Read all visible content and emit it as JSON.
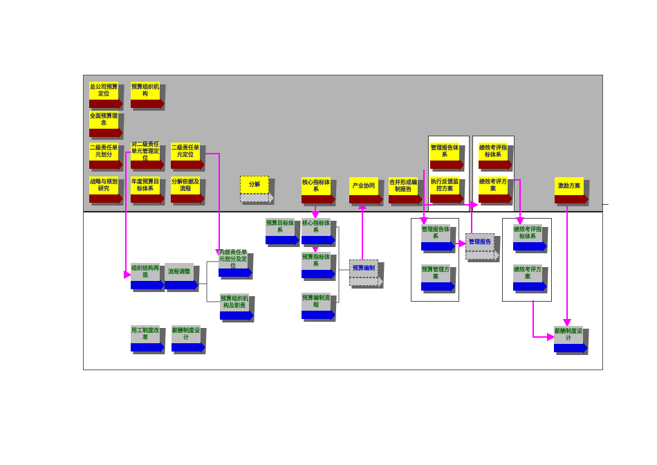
{
  "colors": {
    "top_band": "#b4b4b4",
    "bottom_band": "#ffffff",
    "connector": "#ff00ff",
    "bracket": "#555555",
    "yellow_label": "#ffff00",
    "yellow_bar": "#8b0000",
    "grey_label": "#c0c0c0",
    "grey_bar": "#0000e0"
  },
  "nodes": [
    {
      "id": "n01",
      "text": "总公司预算定位",
      "style": "yellow"
    },
    {
      "id": "n02",
      "text": "预算组织机构",
      "style": "yellow"
    },
    {
      "id": "n03",
      "text": "全面预算理念",
      "style": "yellow"
    },
    {
      "id": "n04",
      "text": "二级责任单元划分",
      "style": "yellow"
    },
    {
      "id": "n05",
      "text": "对二级责任单元管理定位",
      "style": "yellow"
    },
    {
      "id": "n06",
      "text": "二级责任单元定位",
      "style": "yellow"
    },
    {
      "id": "n07",
      "text": "战略与规划研究",
      "style": "yellow"
    },
    {
      "id": "n08",
      "text": "年度预算目标体系",
      "style": "yellow"
    },
    {
      "id": "n09",
      "text": "分解依据及流程",
      "style": "yellow"
    },
    {
      "id": "n10",
      "text": "分解",
      "style": "yellow-dash"
    },
    {
      "id": "n11",
      "text": "核心指标体系",
      "style": "yellow"
    },
    {
      "id": "n12",
      "text": "产业协同",
      "style": "yellow"
    },
    {
      "id": "n13",
      "text": "合并形成编制报告",
      "style": "yellow"
    },
    {
      "id": "n14",
      "text": "管理报告体系",
      "style": "yellow"
    },
    {
      "id": "n15",
      "text": "执行反馈监控方案",
      "style": "yellow"
    },
    {
      "id": "n16",
      "text": "绩效考评指标体系",
      "style": "yellow"
    },
    {
      "id": "n17",
      "text": "绩效考评方案",
      "style": "yellow"
    },
    {
      "id": "n18",
      "text": "激励方案",
      "style": "yellow"
    },
    {
      "id": "n19",
      "text": "组织结构再造",
      "style": "grey"
    },
    {
      "id": "n20",
      "text": "流程调整",
      "style": "grey"
    },
    {
      "id": "n21",
      "text": "内部责任单元划分及定位",
      "style": "grey"
    },
    {
      "id": "n22",
      "text": "预算组织机构及职责",
      "style": "grey"
    },
    {
      "id": "n23",
      "text": "用工制度改革",
      "style": "grey"
    },
    {
      "id": "n24",
      "text": "薪酬制度设计",
      "style": "grey"
    },
    {
      "id": "n25",
      "text": "预算目标体系",
      "style": "grey"
    },
    {
      "id": "n26",
      "text": "核心指标体系",
      "style": "grey"
    },
    {
      "id": "n27",
      "text": "预算指标体系",
      "style": "grey"
    },
    {
      "id": "n28",
      "text": "预算编制流程",
      "style": "grey"
    },
    {
      "id": "n29",
      "text": "预算编制",
      "style": "grey-dash"
    },
    {
      "id": "n30",
      "text": "管理报告体系",
      "style": "grey"
    },
    {
      "id": "n31",
      "text": "预算管理方案",
      "style": "grey"
    },
    {
      "id": "n32",
      "text": "管理报告",
      "style": "grey-dash"
    },
    {
      "id": "n33",
      "text": "绩效考评指标体系",
      "style": "grey"
    },
    {
      "id": "n34",
      "text": "绩效考评方案",
      "style": "grey"
    },
    {
      "id": "n35",
      "text": "薪酬制度设计",
      "style": "grey"
    }
  ]
}
